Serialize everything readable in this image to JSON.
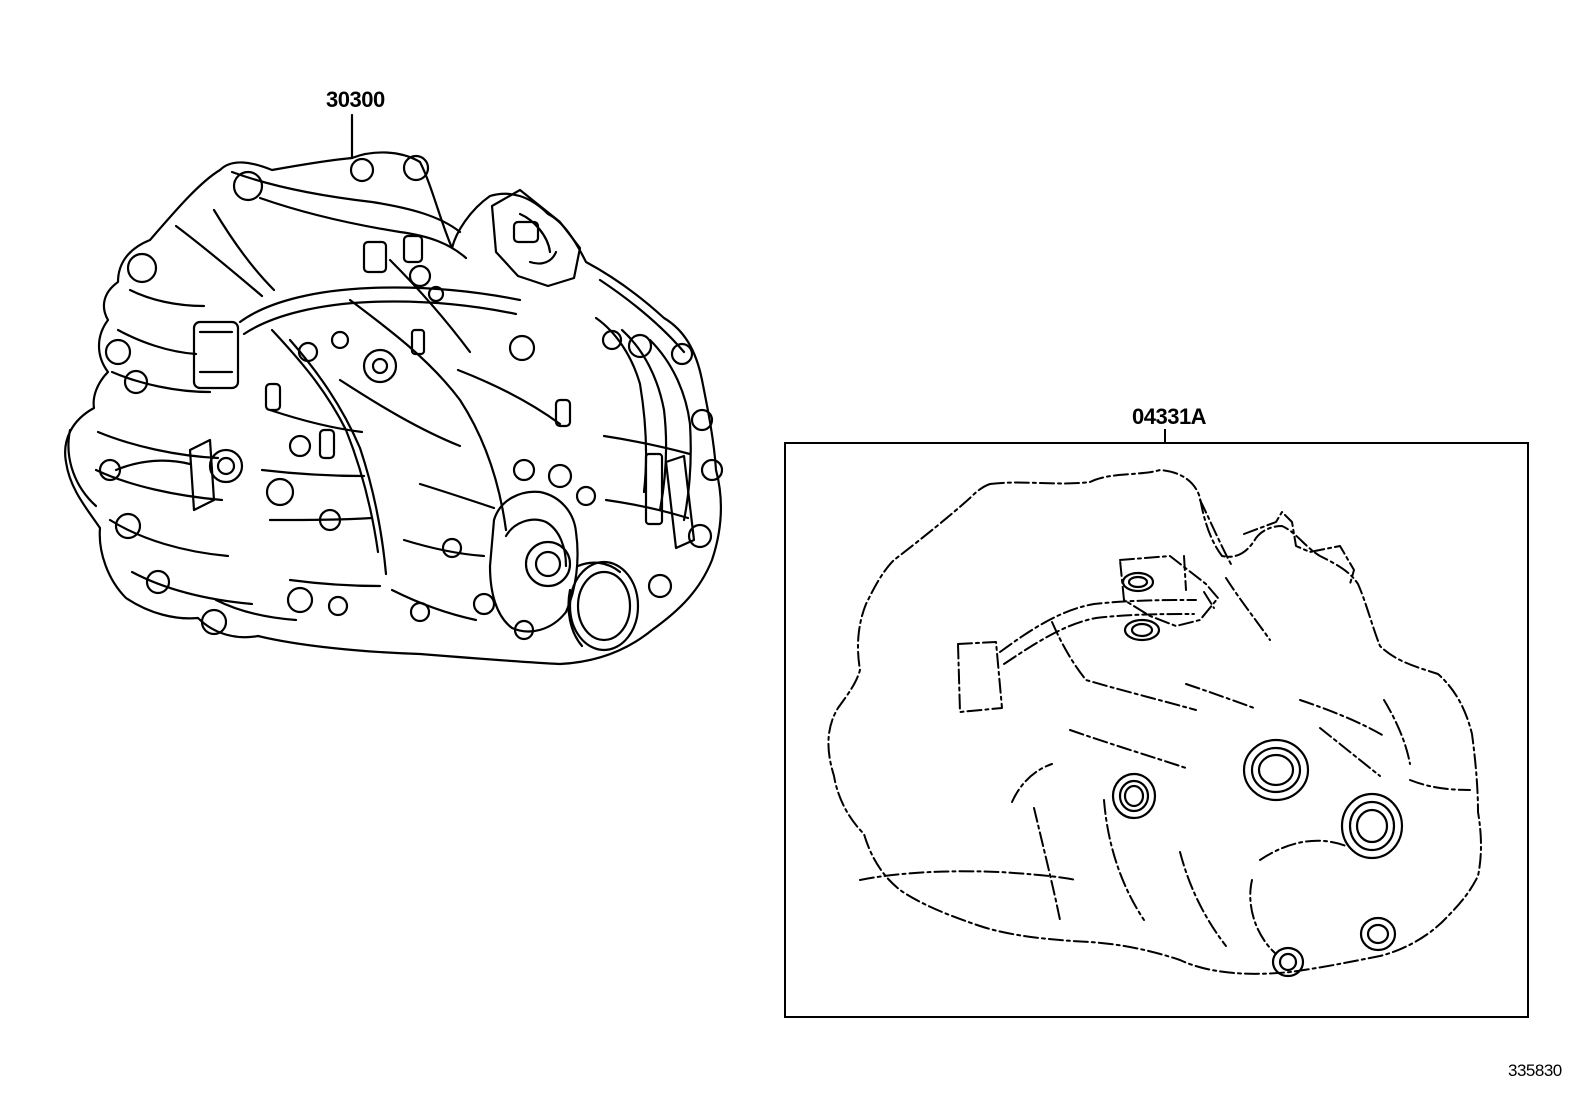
{
  "callouts": {
    "transaxle_assembly": "30300",
    "gasket_kit": "04331A"
  },
  "diagram_id": "335830",
  "line_color": "#000000",
  "background": "#ffffff",
  "icons": {
    "transaxle_assembly": "manual-transaxle-drawing",
    "gasket_kit": "transaxle-gasket-kit-dashed-outline"
  }
}
